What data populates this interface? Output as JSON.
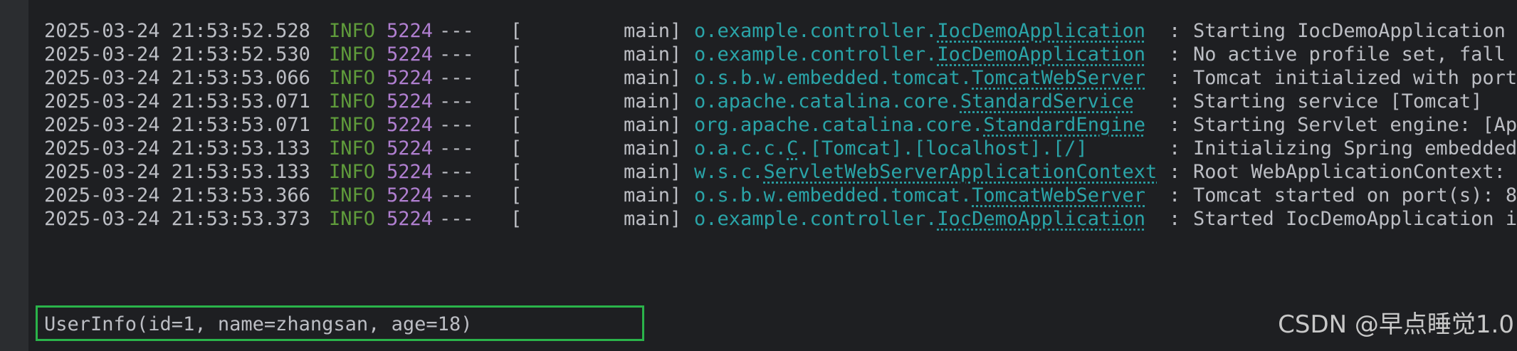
{
  "colors": {
    "background": "#1e1f22",
    "info_level": "#5f9b3b",
    "pid": "#b07fd0",
    "logger": "#2aa4a8",
    "highlight_border": "#2ab34a"
  },
  "log_lines": [
    {
      "timestamp": "2025-03-24 21:53:52.528",
      "level": "INFO",
      "pid": "5224",
      "sep": "---",
      "bracket": "[",
      "thread": "main]",
      "logger_prefix": "o.example.controller.",
      "logger_class": "IocDemoApplication",
      "colon": ":",
      "message": "Starting IocDemoApplication"
    },
    {
      "timestamp": "2025-03-24 21:53:52.530",
      "level": "INFO",
      "pid": "5224",
      "sep": "---",
      "bracket": "[",
      "thread": "main]",
      "logger_prefix": "o.example.controller.",
      "logger_class": "IocDemoApplication",
      "colon": ":",
      "message": "No active profile set, fall"
    },
    {
      "timestamp": "2025-03-24 21:53:53.066",
      "level": "INFO",
      "pid": "5224",
      "sep": "---",
      "bracket": "[",
      "thread": "main]",
      "logger_prefix": "o.s.b.w.embedded.tomcat.",
      "logger_class": "TomcatWebServer",
      "colon": ":",
      "message": "Tomcat initialized with port"
    },
    {
      "timestamp": "2025-03-24 21:53:53.071",
      "level": "INFO",
      "pid": "5224",
      "sep": "---",
      "bracket": "[",
      "thread": "main]",
      "logger_prefix": "o.apache.catalina.core.",
      "logger_class": "StandardService",
      "colon": ":",
      "message": "Starting service [Tomcat]"
    },
    {
      "timestamp": "2025-03-24 21:53:53.071",
      "level": "INFO",
      "pid": "5224",
      "sep": "---",
      "bracket": "[",
      "thread": "main]",
      "logger_prefix": "org.apache.catalina.core.",
      "logger_class": "StandardEngine",
      "colon": ":",
      "message": "Starting Servlet engine: [Ap"
    },
    {
      "timestamp": "2025-03-24 21:53:53.133",
      "level": "INFO",
      "pid": "5224",
      "sep": "---",
      "bracket": "[",
      "thread": "main]",
      "logger_prefix": "o.a.c.c.",
      "logger_class": "C",
      "logger_suffix": ".[Tomcat].[localhost].[/]",
      "colon": ":",
      "message": "Initializing Spring embedded"
    },
    {
      "timestamp": "2025-03-24 21:53:53.133",
      "level": "INFO",
      "pid": "5224",
      "sep": "---",
      "bracket": "[",
      "thread": "main]",
      "logger_prefix": "w.s.c.",
      "logger_class": "ServletWebServerApplicationContext",
      "colon": ":",
      "message": "Root WebApplicationContext:"
    },
    {
      "timestamp": "2025-03-24 21:53:53.366",
      "level": "INFO",
      "pid": "5224",
      "sep": "---",
      "bracket": "[",
      "thread": "main]",
      "logger_prefix": "o.s.b.w.embedded.tomcat.",
      "logger_class": "TomcatWebServer",
      "colon": ":",
      "message": "Tomcat started on port(s): 8"
    },
    {
      "timestamp": "2025-03-24 21:53:53.373",
      "level": "INFO",
      "pid": "5224",
      "sep": "---",
      "bracket": "[",
      "thread": "main]",
      "logger_prefix": "o.example.controller.",
      "logger_class": "IocDemoApplication",
      "colon": ":",
      "message": "Started IocDemoApplication i"
    }
  ],
  "program_output": "UserInfo(id=1, name=zhangsan, age=18)",
  "watermark": "CSDN @早点睡觉1.0"
}
